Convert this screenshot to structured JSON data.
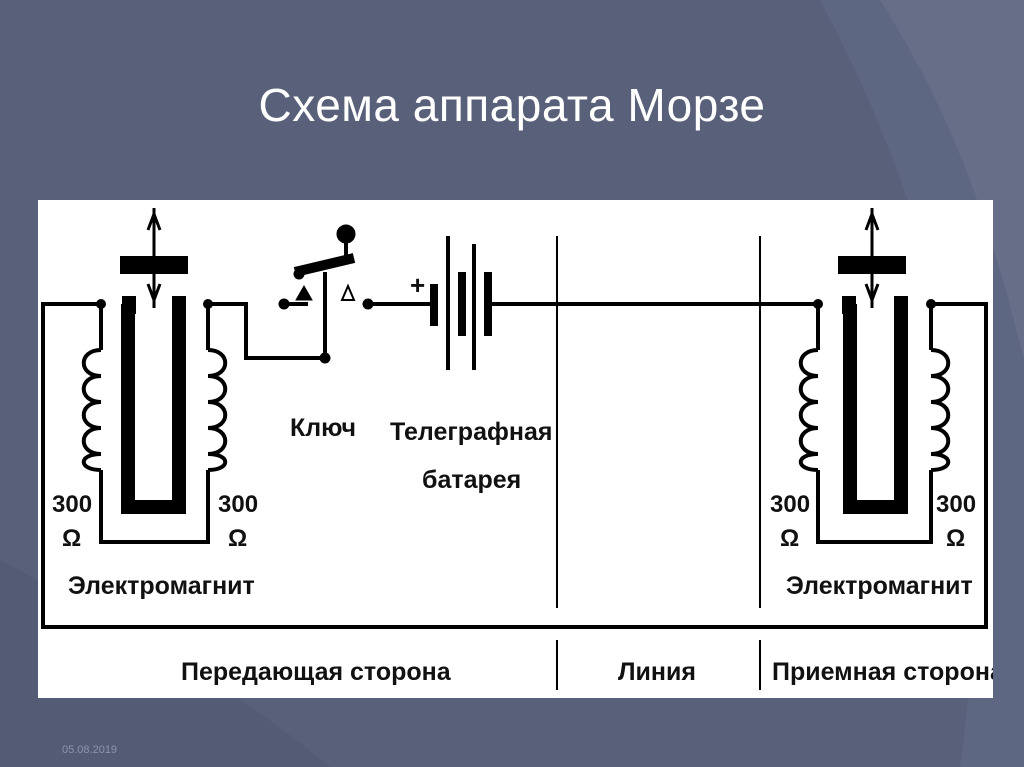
{
  "slide": {
    "title": "Схема аппарата Морзе",
    "date": "05.08.2019"
  },
  "diagram": {
    "left_resistance_1": "300",
    "left_ohm_1": "Ω",
    "left_resistance_2": "300",
    "left_ohm_2": "Ω",
    "left_magnet_label": "Электромагнит",
    "key_label": "Ключ",
    "battery_label_1": "Телеграфная",
    "battery_label_2": "батарея",
    "plus_sign": "+",
    "right_resistance_1": "300",
    "right_ohm_1": "Ω",
    "right_resistance_2": "300",
    "right_ohm_2": "Ω",
    "right_magnet_label": "Электромагнит",
    "section_transmit": "Передающая сторона",
    "section_line": "Линия",
    "section_receive": "Приемная сторона"
  }
}
